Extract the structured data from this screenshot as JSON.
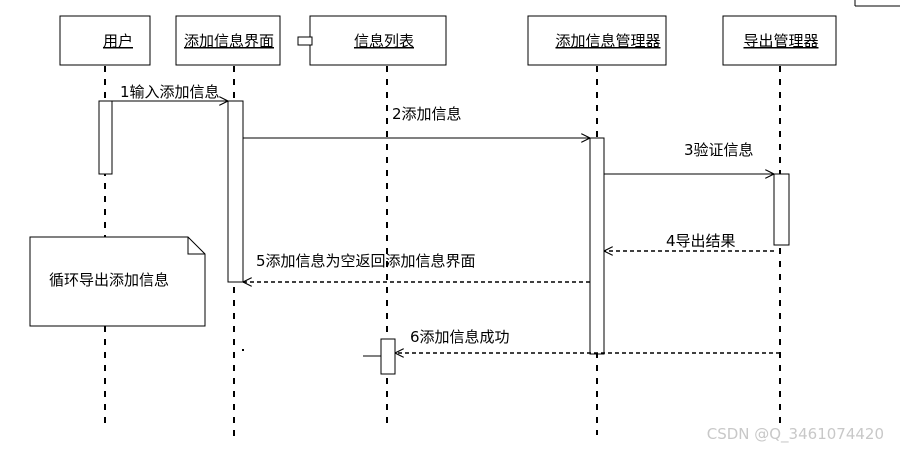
{
  "participants": {
    "user": "用户",
    "add_ui": "添加信息界面",
    "info_list": "信息列表",
    "add_manager": "添加信息管理器",
    "export_manager": "导出管理器"
  },
  "messages": {
    "m1": "1输入添加信息",
    "m2": "2添加信息",
    "m3": "3验证信息",
    "m4": "4导出结果",
    "m5": "5添加信息为空返回添加信息界面",
    "m6": "6添加信息成功"
  },
  "note": "循环导出添加信息",
  "watermark": "CSDN @Q_3461074420"
}
